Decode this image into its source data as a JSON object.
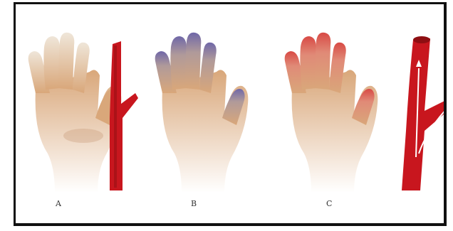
{
  "figure": {
    "panels": [
      {
        "id": "A",
        "label": "A",
        "fingertip_state": "pale",
        "fingertip_color": "#efe6d9",
        "vessel_state": "constricted"
      },
      {
        "id": "B",
        "label": "B",
        "fingertip_state": "cyanotic",
        "fingertip_color": "#6f67a8",
        "vessel_state": "absent"
      },
      {
        "id": "C",
        "label": "C",
        "fingertip_state": "flushed",
        "fingertip_color": "#d84a45",
        "vessel_state": "dilated"
      }
    ],
    "colors": {
      "skin": "#d9a77a",
      "skin_shadow": "#b67f57",
      "vessel": "#c8161e",
      "vessel_dark": "#8e0e12",
      "frame": "#111111"
    }
  }
}
